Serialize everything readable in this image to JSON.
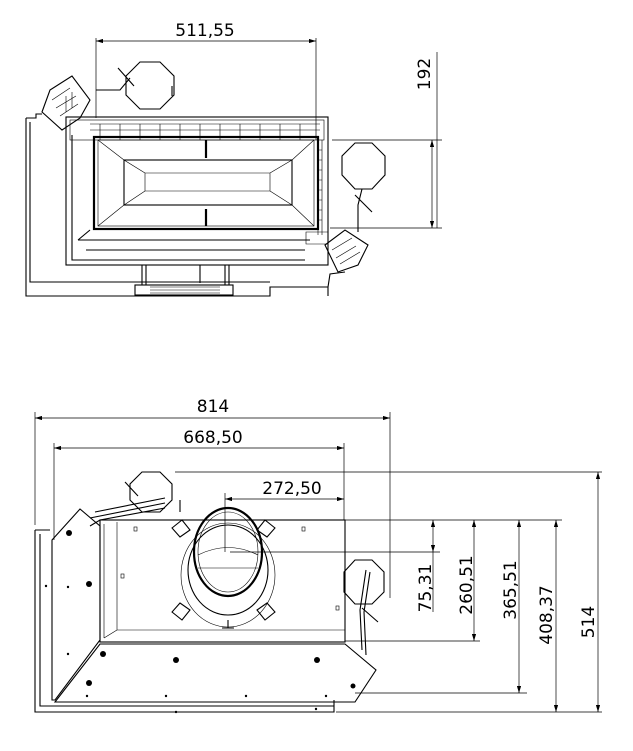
{
  "top_view": {
    "dimensions": {
      "width_front": "511,55",
      "depth_offset": "192"
    }
  },
  "bottom_view": {
    "dimensions": {
      "overall_width": "814",
      "inner_width": "668,50",
      "flue_offset_x": "272,50",
      "flue_offset_y": "75,31",
      "depth_inner": "260,51",
      "depth_panel": "365,51",
      "depth_frame": "408,37",
      "overall_depth": "514"
    }
  }
}
